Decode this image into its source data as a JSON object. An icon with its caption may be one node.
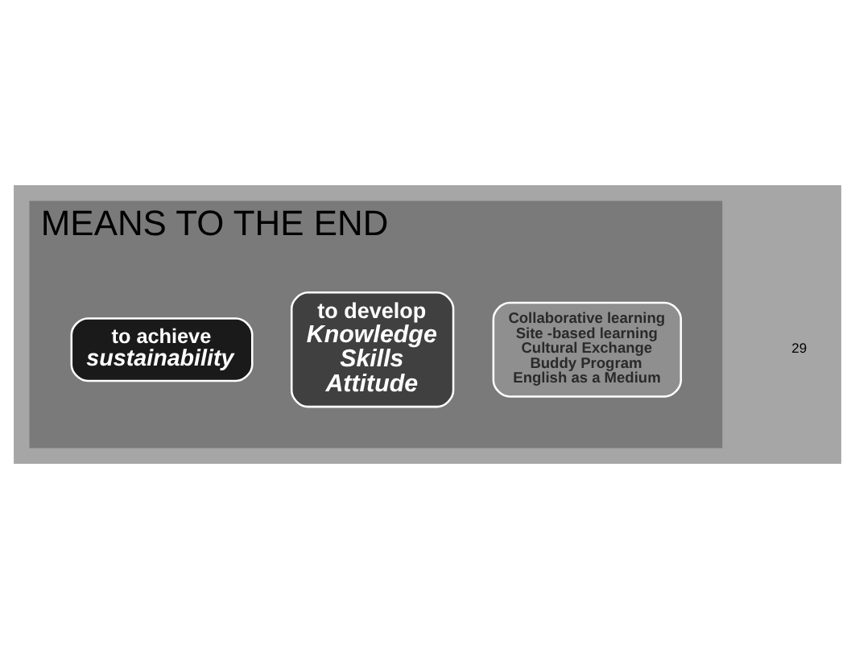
{
  "diagram": {
    "nodes": [
      {
        "text": [
          "MEANS TO THE END"
        ]
      },
      {
        "text": [
          "Collaborative learning",
          "Site -based learning",
          "Cultural Exchange",
          "Buddy Program",
          "English as a Medium"
        ],
        "in": 0
      },
      {
        "text": [
          "to develop",
          "Knowledge",
          "Skills",
          "Attitude"
        ],
        "in": 0
      },
      {
        "text": [
          "to achieve",
          "sustainability"
        ],
        "in": 0
      }
    ],
    "labels": [
      "29"
    ]
  }
}
